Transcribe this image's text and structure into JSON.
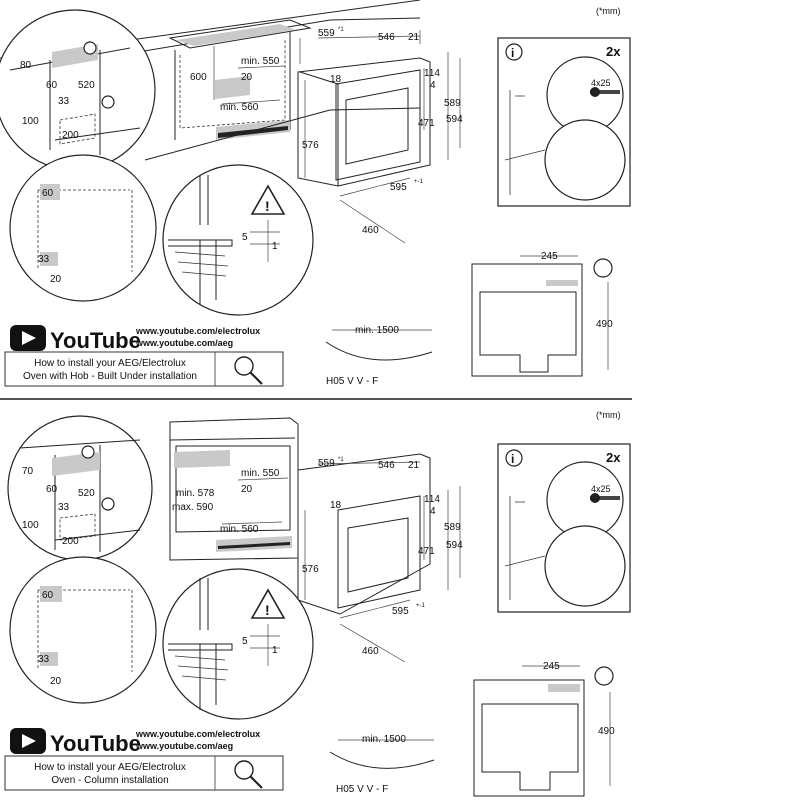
{
  "panels": [
    {
      "unit_note": "(*mm)",
      "cab": {
        "d80": "80",
        "d60": "60",
        "d520": "520",
        "d33": "33",
        "d100": "100",
        "d200": "200"
      },
      "niche": {
        "d600": "600",
        "min550": "min. 550",
        "d20": "20",
        "min560": "min. 560"
      },
      "oven": {
        "d559": "559",
        "s559": "*1",
        "d546": "546",
        "d21": "21",
        "d18": "18",
        "d114": "114",
        "d4": "4",
        "d589": "589",
        "d594": "594",
        "d471": "471",
        "d576": "576",
        "d595": "595",
        "s595": "+-1",
        "d460": "460"
      },
      "circle_a": {
        "d60": "60",
        "d33": "33",
        "d20": "20"
      },
      "circle_b": {
        "d5": "5",
        "d1": "1"
      },
      "info": {
        "i": "i",
        "qty": "2x",
        "screw": "4x25"
      },
      "cavity": {
        "d245": "245",
        "d490": "490"
      },
      "youtube": {
        "wordmark": "YouTube",
        "url1": "www.youtube.com/electrolux",
        "url2": "www.youtube.com/aeg",
        "line1": "How to install your AEG/Electrolux",
        "line2": "Oven with Hob - Built Under installation"
      },
      "cable": {
        "min1500": "min. 1500",
        "type": "H05 V V - F"
      }
    },
    {
      "unit_note": "(*mm)",
      "cab": {
        "d80": "70",
        "d60": "60",
        "d520": "520",
        "d33": "33",
        "d100": "100",
        "d200": "200"
      },
      "niche": {
        "min578": "min. 578",
        "max590": "max. 590",
        "min550": "min. 550",
        "d20": "20",
        "min560": "min. 560"
      },
      "oven": {
        "d559": "559",
        "s559": "*1",
        "d546": "546",
        "d21": "21",
        "d18": "18",
        "d114": "114",
        "d4": "4",
        "d589": "589",
        "d594": "594",
        "d471": "471",
        "d576": "576",
        "d595": "595",
        "s595": "+-1",
        "d460": "460"
      },
      "circle_a": {
        "d60": "60",
        "d33": "33",
        "d20": "20"
      },
      "circle_b": {
        "d5": "5",
        "d1": "1"
      },
      "info": {
        "i": "i",
        "qty": "2x",
        "screw": "4x25"
      },
      "cavity": {
        "d245": "245",
        "d490": "490"
      },
      "youtube": {
        "wordmark": "YouTube",
        "url1": "www.youtube.com/electrolux",
        "url2": "www.youtube.com/aeg",
        "line1": "How to install your AEG/Electrolux",
        "line2": "Oven - Column installation"
      },
      "cable": {
        "min1500": "min. 1500",
        "type": "H05 V V - F"
      }
    }
  ],
  "icons": [
    "youtube-logo-icon",
    "search-magnifier-icon",
    "info-icon",
    "warning-icon",
    "screw-icon",
    "ground-symbol-icon"
  ]
}
